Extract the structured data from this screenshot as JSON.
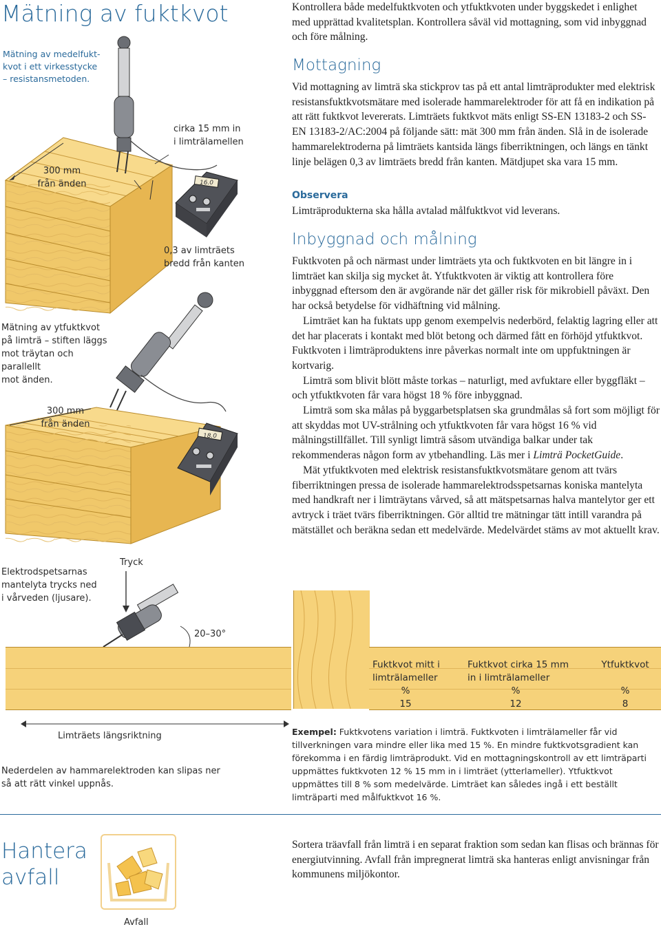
{
  "page_title": "Mätning av fuktkvot",
  "captions": {
    "medel": "Mätning av medelfukt-\nkvot i ett virkesstycke\n– resistansmetoden.",
    "dist300_top": "300 mm\nfrån änden",
    "depth15": "cirka 15 mm in\ni limträlamellen",
    "width03": "0,3 av limträets\nbredd från kanten",
    "ytfukt": "Mätning av ytfuktkvot\npå limträ – stiften läggs\nmot träytan och parallellt\nmot änden.",
    "dist300_bottom": "300 mm\nfrån änden",
    "tryck": "Tryck",
    "elektrod": "Elektrodspetsarnas\nmantelyta trycks ned\ni vårveden (ljusare).",
    "angle": "20–30°",
    "direction": "Limträets längsriktning",
    "nederdel": "Nederdelen av hammarelektroden kan slipas ner\nså att rätt vinkel uppnås."
  },
  "meters": {
    "top_display": "16.0",
    "bottom_display": "18.0"
  },
  "intro": "Kontrollera både medelfuktkvoten och ytfuktkvoten under byggskedet i enlighet med upprättad kvalitetsplan. Kontrollera såväl vid mottagning, som vid inbyggnad och före målning.",
  "mottagning": {
    "heading": "Mottagning",
    "body": "Vid mottagning av limträ ska stickprov tas på ett antal limträprodukter med elektrisk resistansfuktkvotsmätare med isolerade hammarelektroder för att få en indikation på att rätt fuktkvot levererats. Limträets fuktkvot mäts enligt SS-EN 13183-2 och SS-EN 13183-2/AC:2004 på följande sätt: mät 300 mm från änden. Slå in de isolerade hammarelektroderna på limträets kantsida längs fiberriktningen, och längs en tänkt linje belägen 0,3 av limträets bredd från kanten. Mätdjupet ska vara 15 mm.",
    "observera_label": "Observera",
    "observera_text": "Limträprodukterna ska hålla avtalad målfuktkvot vid leverans."
  },
  "inbyggnad": {
    "heading": "Inbyggnad och målning",
    "p1": "Fuktkvoten på och närmast under limträets yta och fuktkvoten en bit längre in i limträet kan skilja sig mycket åt. Ytfuktkvoten är viktig att kontrollera före inbyggnad eftersom den är avgörande när det gäller risk för mikrobiell påväxt. Den har också betydelse för vidhäftning vid målning.",
    "p2": "Limträet kan ha fuktats upp genom exempelvis nederbörd, felaktig lagring eller att det har placerats i kontakt med blöt betong och därmed fått en förhöjd ytfuktkvot. Fuktkvoten i limträproduktens inre påverkas normalt inte om uppfuktningen är kortvarig.",
    "p3": "Limträ som blivit blött måste torkas – naturligt, med avfuktare eller byggfläkt – och ytfuktkvoten får vara högst 18 % före inbyggnad.",
    "p4_before": "Limträ som ska målas på byggarbetsplatsen ska grundmålas så fort som möjligt för att skyddas mot UV-strålning och ytfuktkvoten får vara högst 16 % vid målningstillfället. Till synligt limträ såsom utvändiga balkar under tak rekommenderas någon form av ytbehandling. Läs mer i ",
    "p4_italic": "Limträ PocketGuide",
    "p4_after": ".",
    "p5": "Mät ytfuktkvoten med elektrisk resistansfuktkvotsmätare genom att tvärs fiberriktningen pressa de isolerade hammarelektrodsspetsarnas koniska mantelyta med handkraft ner i limträytans vårved, så att mätspetsarnas halva mantelytor ger ett avtryck i träet tvärs fiberriktningen. Gör alltid tre mätningar tätt intill varandra på mätstället och beräkna sedan ett medelvärde. Medelvärdet stäms av mot aktuellt krav."
  },
  "columns": [
    {
      "line1": "Fuktkvot mitt i",
      "line2": "limträlameller",
      "unit": "%",
      "value": "15"
    },
    {
      "line1": "Fuktkvot cirka 15 mm",
      "line2": "in i limträlameller",
      "unit": "%",
      "value": "12"
    },
    {
      "line1": "Ytfuktkvot",
      "line2": "",
      "unit": "%",
      "value": "8"
    }
  ],
  "exempel": {
    "label": "Exempel:",
    "text": " Fuktkvotens variation i limträ. Fuktkvoten i limträlameller får vid tillverkningen vara mindre eller lika med 15 %. En mindre fuktkvotsgradient kan förekomma i en färdig limträprodukt. Vid en mottagningskontroll av ett limträparti uppmättes fuktkvoten 12 % 15 mm in i limträet (ytterlameller). Ytfuktkvot uppmättes till 8 % som medelvärde. Limträet kan således ingå i ett beställt limträparti med målfuktkvot 16 %."
  },
  "avfall": {
    "heading": "Hantera\navfall",
    "icon_label": "Avfall",
    "text": "Sortera träavfall från limträ i en separat fraktion som sedan kan flisas och brännas för energiutvinning. Avfall från impregnerat limträ ska hanteras enligt anvisningar från kommunens miljökontor."
  },
  "colors": {
    "accent": "#2a6a9b",
    "wood": "#f6d27a",
    "wood_dark": "#e7b651",
    "meter": "#505258"
  }
}
